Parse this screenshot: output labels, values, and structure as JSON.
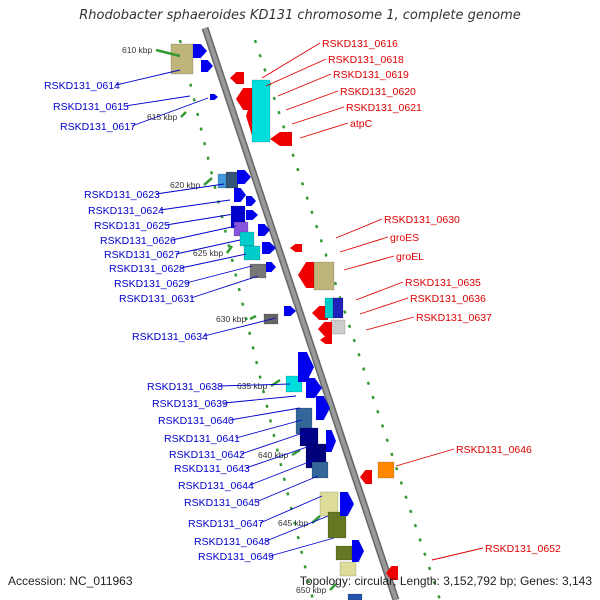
{
  "title": "Rhodobacter sphaeroides KD131 chromosome 1, complete genome",
  "footer": {
    "accession": "Accession: NC_011963",
    "topology": "Topology: circular; Length: 3,152,792 bp; Genes: 3,143"
  },
  "colors": {
    "forward_label": "#0000cc",
    "reverse_label": "#dd0000",
    "backbone": "#999999",
    "ticks": "#339933"
  },
  "kbp_marks": [
    "610 kbp",
    "615 kbp",
    "620 kbp",
    "625 kbp",
    "630 kbp",
    "635 kbp",
    "640 kbp",
    "645 kbp",
    "650 kbp"
  ],
  "forward_genes": [
    "RSKD131_0614",
    "RSKD131_0615",
    "RSKD131_0617",
    "RSKD131_0623",
    "RSKD131_0624",
    "RSKD131_0625",
    "RSKD131_0626",
    "RSKD131_0627",
    "RSKD131_0628",
    "RSKD131_0629",
    "RSKD131_0631",
    "RSKD131_0634",
    "RSKD131_0638",
    "RSKD131_0639",
    "RSKD131_0640",
    "RSKD131_0641",
    "RSKD131_0642",
    "RSKD131_0643",
    "RSKD131_0644",
    "RSKD131_0645",
    "RSKD131_0647",
    "RSKD131_0648",
    "RSKD131_0649"
  ],
  "reverse_genes": [
    "RSKD131_0616",
    "RSKD131_0618",
    "RSKD131_0619",
    "RSKD131_0620",
    "RSKD131_0621",
    "atpC",
    "RSKD131_0630",
    "groES",
    "groEL",
    "RSKD131_0635",
    "RSKD131_0636",
    "RSKD131_0637",
    "RSKD131_0646",
    "RSKD131_0652"
  ]
}
